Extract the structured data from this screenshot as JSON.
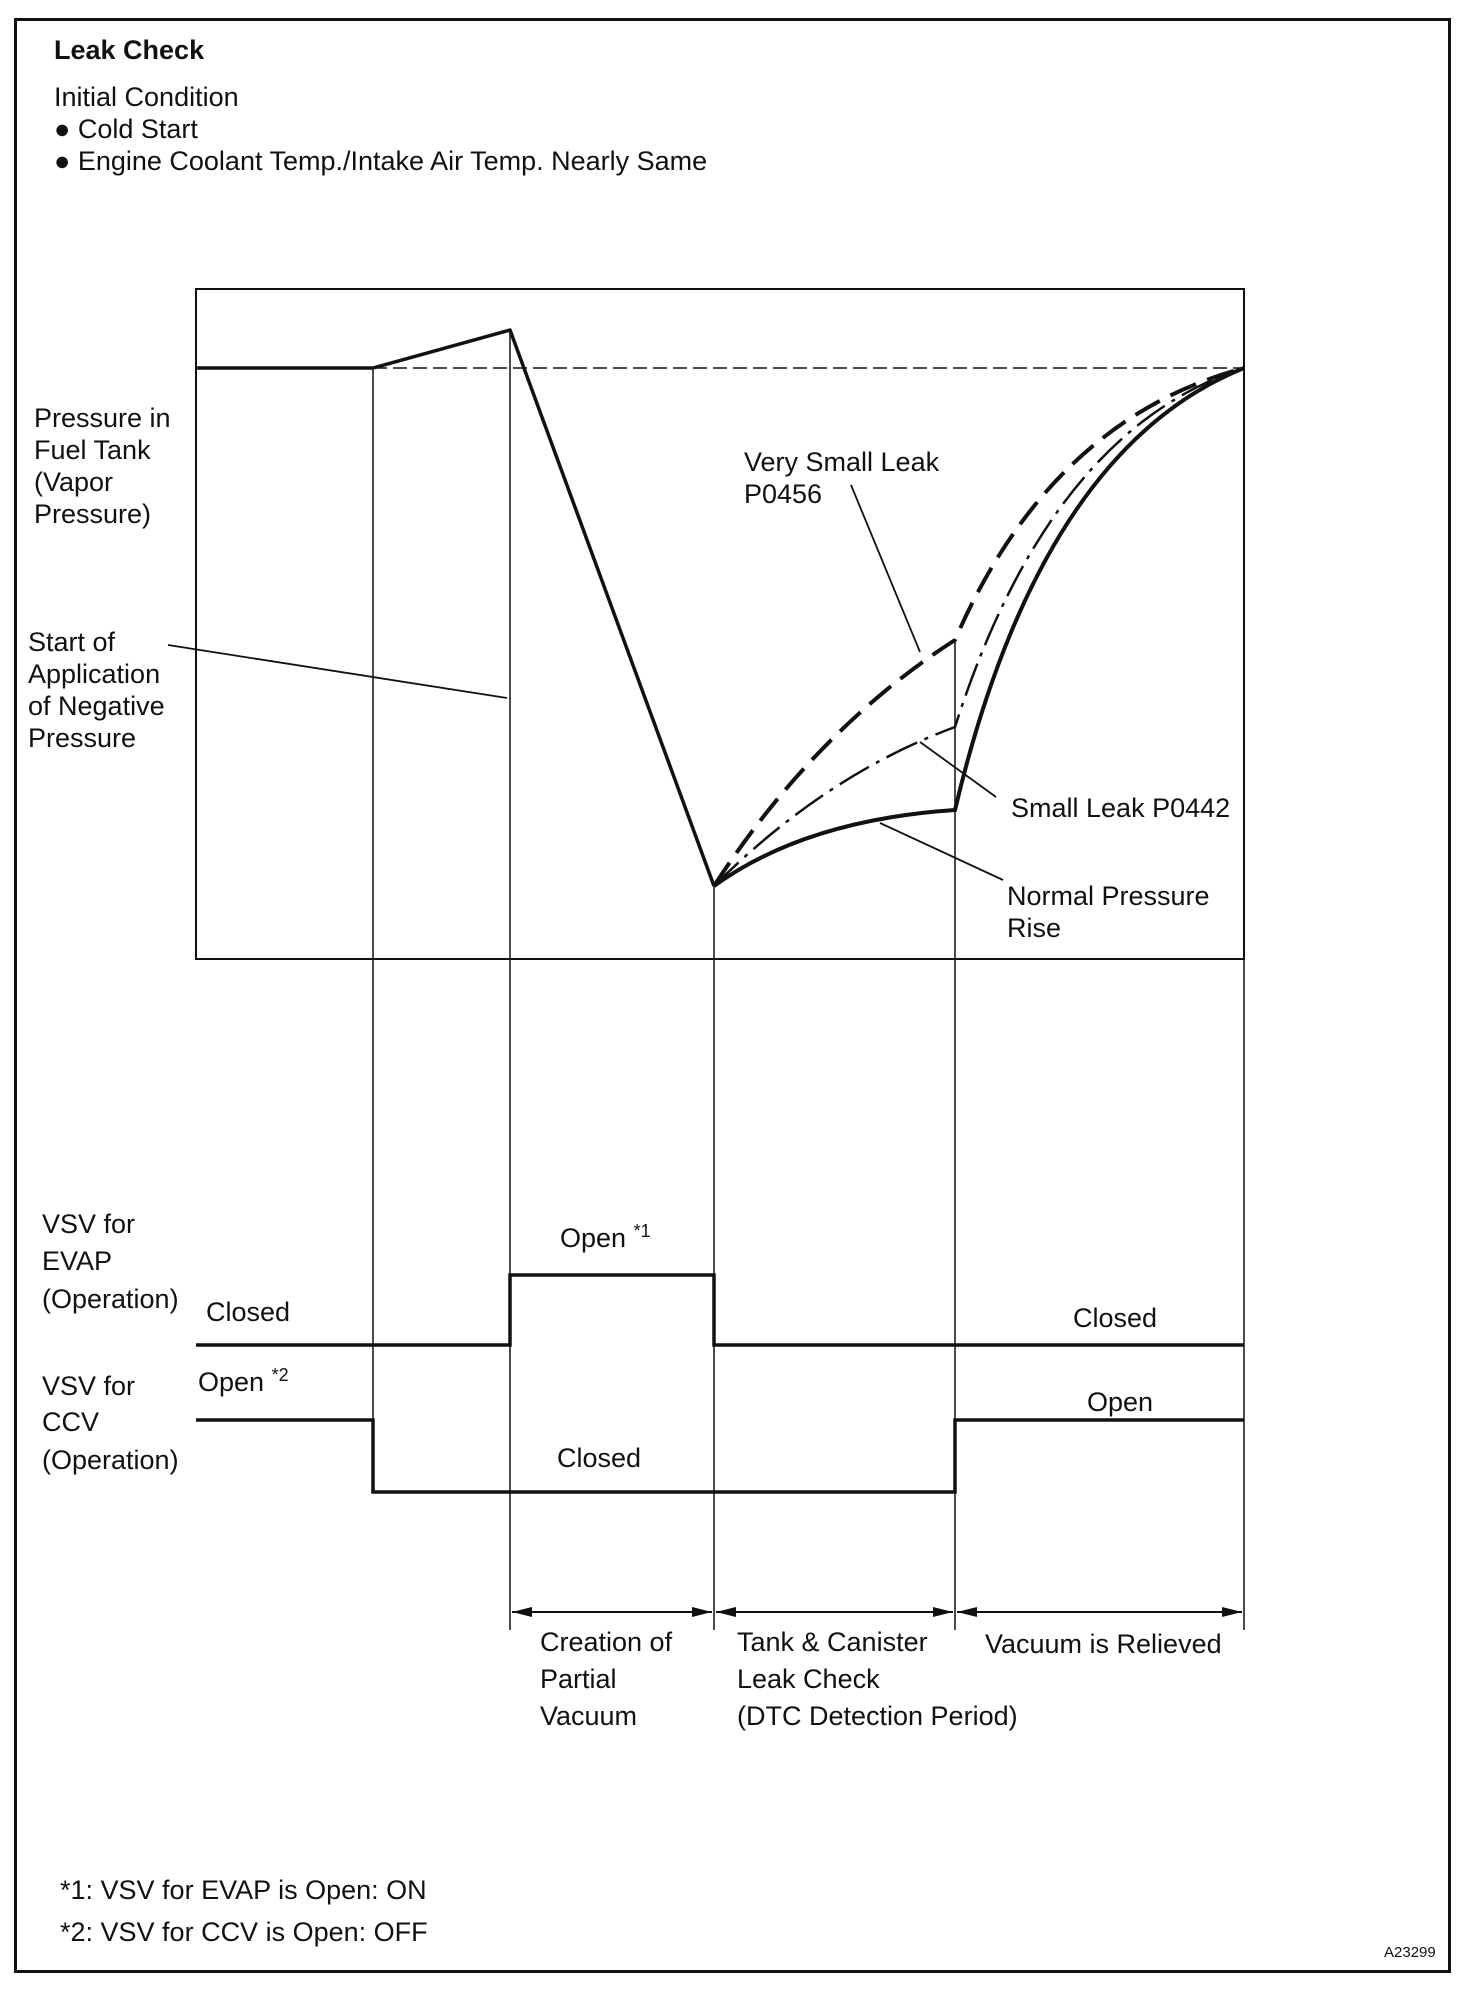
{
  "title": "Leak Check",
  "initial_condition": {
    "heading": "Initial Condition",
    "bullets": [
      "Cold Start",
      "Engine Coolant Temp./Intake Air Temp. Nearly Same"
    ]
  },
  "pressure_axis_label": [
    "Pressure  in",
    "Fuel Tank",
    "(Vapor",
    "Pressure)"
  ],
  "start_label": [
    "Start of",
    "Application",
    "of  Negative",
    "Pressure"
  ],
  "curves": {
    "very_small_leak": [
      "Very Small Leak",
      "P0456"
    ],
    "small_leak": "Small Leak P0442",
    "normal": [
      "Normal Pressure",
      "Rise"
    ]
  },
  "vsv_evap": {
    "label": [
      "VSV for",
      "EVAP",
      "(Operation)"
    ],
    "state_left": "Closed",
    "state_mid": "Open",
    "state_mid_note": "*1",
    "state_right": "Closed"
  },
  "vsv_ccv": {
    "label": [
      "VSV for",
      "CCV",
      "(Operation)"
    ],
    "state_left": "Open",
    "state_left_note": "*2",
    "state_mid": "Closed",
    "state_right": "Open"
  },
  "periods": [
    [
      "Creation of",
      "Partial",
      "Vacuum"
    ],
    [
      "Tank & Canister",
      "Leak Check",
      "(DTC Detection Period)"
    ],
    [
      "Vacuum is Relieved"
    ]
  ],
  "footnotes": [
    "*1: VSV for EVAP is Open: ON",
    "*2: VSV for CCV is Open: OFF"
  ],
  "figure_code": "A23299"
}
